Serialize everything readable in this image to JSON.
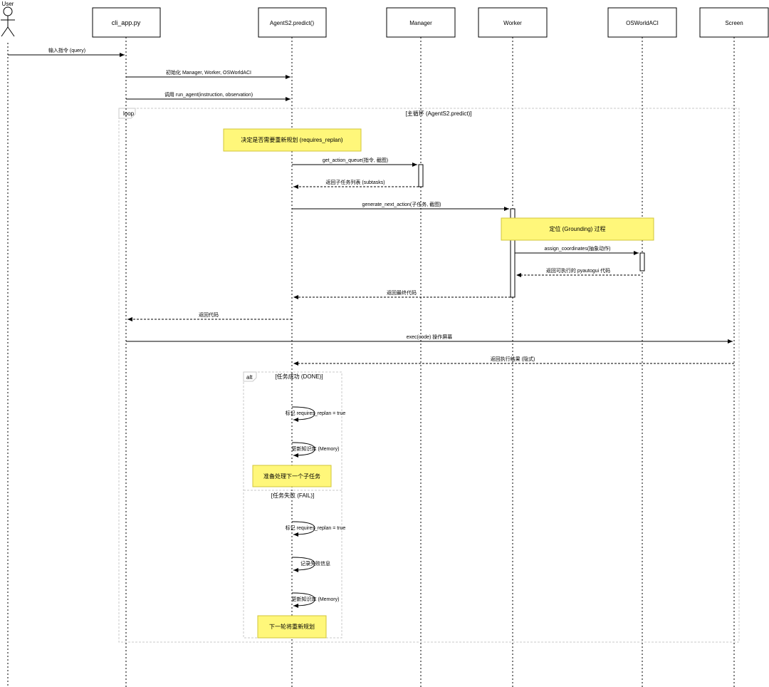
{
  "user": "User",
  "participants": [
    {
      "id": "cli",
      "label": "cli_app.py"
    },
    {
      "id": "agent",
      "label": "AgentS2.predict()"
    },
    {
      "id": "manager",
      "label": "Manager"
    },
    {
      "id": "worker",
      "label": "Worker"
    },
    {
      "id": "aci",
      "label": "OSWorldACI"
    },
    {
      "id": "screen",
      "label": "Screen"
    }
  ],
  "messages": [
    {
      "label": "输入指令 (query)",
      "from": "user",
      "to": "cli",
      "style": "solid"
    },
    {
      "label": "初始化 Manager, Worker, OSWorldACI",
      "from": "cli",
      "to": "agent",
      "style": "solid"
    },
    {
      "label": "调用 run_agent(instruction, observation)",
      "from": "cli",
      "to": "agent",
      "style": "solid"
    },
    {
      "label": "get_action_queue(指令, 截图)",
      "from": "agent",
      "to": "manager",
      "style": "solid"
    },
    {
      "label": "返回子任务列表 (subtasks)",
      "from": "manager",
      "to": "agent",
      "style": "dashed"
    },
    {
      "label": "generate_next_action(子任务, 截图)",
      "from": "agent",
      "to": "worker",
      "style": "solid"
    },
    {
      "label": "assign_coordinates(抽象动作)",
      "from": "worker",
      "to": "aci",
      "style": "solid"
    },
    {
      "label": "返回可执行的 pyautogui 代码",
      "from": "aci",
      "to": "worker",
      "style": "dashed"
    },
    {
      "label": "返回最终代码",
      "from": "worker",
      "to": "agent",
      "style": "dashed"
    },
    {
      "label": "返回代码",
      "from": "agent",
      "to": "cli",
      "style": "dashed"
    },
    {
      "label": "exec(code) 操作屏幕",
      "from": "cli",
      "to": "screen",
      "style": "solid"
    },
    {
      "label": "返回执行结果 (隐式)",
      "from": "screen",
      "to": "agent",
      "style": "dashed"
    }
  ],
  "self_messages": [
    "标记 requires_replan = true",
    "更新知识库 (Memory)",
    "标记 requires_replan = true",
    "记录失败信息",
    "更新知识库 (Memory)"
  ],
  "notes": [
    "决定是否需要重新规划 (requires_replan)",
    "定位 (Grounding) 过程",
    "准备处理下一个子任务",
    "下一轮将重新规划"
  ],
  "frames": {
    "loop": {
      "tag": "loop",
      "guard": "[主循环 (AgentS2.predict)]"
    },
    "alt": {
      "tag": "alt",
      "guard_success": "[任务成功 (DONE)]",
      "guard_fail": "[任务失败 (FAIL)]"
    }
  },
  "colors": {
    "note_fill": "#fff77a",
    "note_border": "#d2c53a",
    "frame": "#c8c8c8",
    "line": "#000000"
  }
}
